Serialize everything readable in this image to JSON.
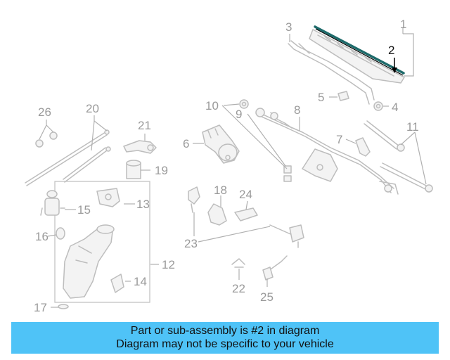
{
  "diagram": {
    "highlight_color": "#1e6b6b",
    "callouts": {
      "c1": "1",
      "c2": "2",
      "c3": "3",
      "c4": "4",
      "c5": "5",
      "c6": "6",
      "c7": "7",
      "c8": "8",
      "c9": "9",
      "c10": "10",
      "c11": "11",
      "c12": "12",
      "c13": "13",
      "c14": "14",
      "c15": "15",
      "c16": "16",
      "c17": "17",
      "c18": "18",
      "c19": "19",
      "c20": "20",
      "c21": "21",
      "c22": "22",
      "c23": "23",
      "c24": "24",
      "c25": "25",
      "c26": "26"
    }
  },
  "footer": {
    "line1": "Part or sub-assembly is #2 in diagram",
    "line2": "Diagram may not be specific to your vehicle",
    "background": "#4fc3f7"
  }
}
